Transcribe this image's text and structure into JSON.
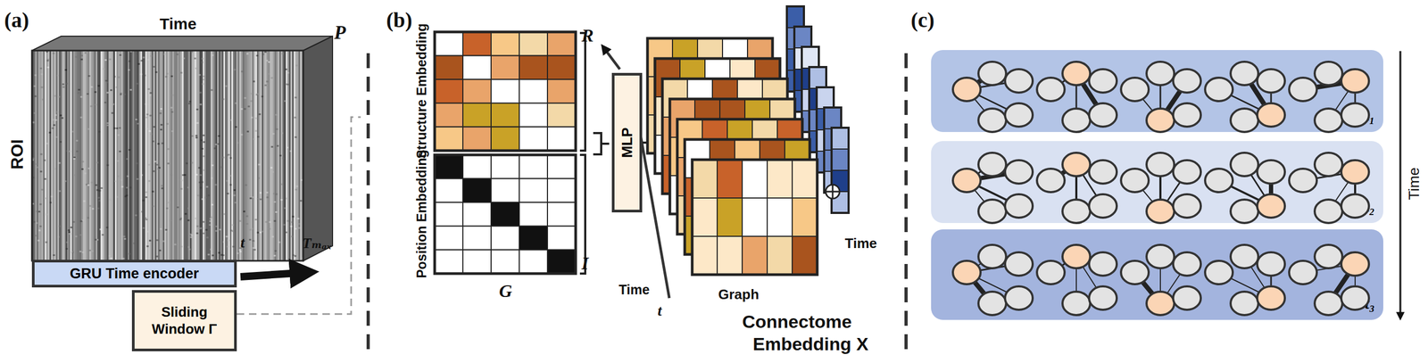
{
  "diagram": {
    "nodes": [
      {
        "text": [
          "GRU Time encoder"
        ]
      },
      {
        "text": [
          "Sliding Window Γ"
        ]
      },
      {
        "text": [
          "MLP"
        ]
      },
      {
        "text": [
          "t₁"
        ]
      },
      {
        "text": [
          "t₂"
        ]
      },
      {
        "text": [
          "t₃"
        ]
      }
    ],
    "labels": [
      "(a)",
      "Time",
      "P",
      "ROI",
      "t",
      "Tₘₐₓ",
      "(b)",
      "Structure Embedding",
      "Position Embedding",
      "R",
      "I",
      "G",
      "Time",
      "t",
      "Graph",
      "Time",
      "Connectome",
      "Embedding X",
      "(c)",
      "Time"
    ]
  }
}
